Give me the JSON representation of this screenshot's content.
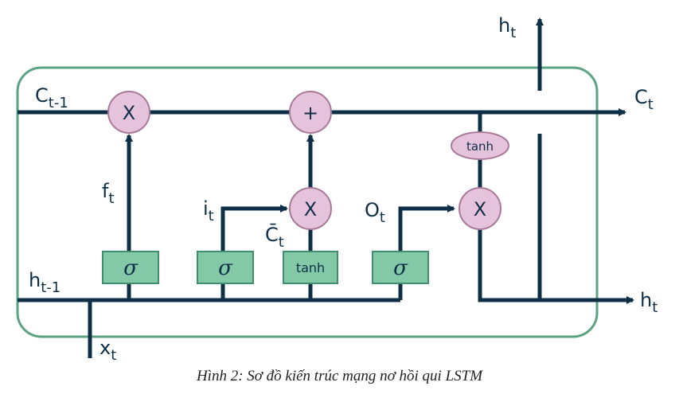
{
  "colors": {
    "frame": "#5aa383",
    "line": "#0f2f47",
    "op_fill": "#e6c3dc",
    "op_stroke": "#a87a98",
    "gate_fill": "#83c9a8",
    "gate_stroke": "#3f8f6d"
  },
  "labels": {
    "c_prev": "C",
    "c_prev_sub": "t-1",
    "c_out": "C",
    "c_out_sub": "t",
    "h_prev": "h",
    "h_prev_sub": "t-1",
    "h_out_right": "h",
    "h_out_right_sub": "t",
    "h_out_top": "h",
    "h_out_top_sub": "t",
    "x_in": "x",
    "x_in_sub": "t",
    "f": "f",
    "f_sub": "t",
    "i": "i",
    "i_sub": "t",
    "c_tilde": "C̄",
    "c_tilde_sub": "t",
    "o": "O",
    "o_sub": "t"
  },
  "ops": {
    "forget_mult": "X",
    "add": "+",
    "input_mult": "X",
    "output_mult": "X",
    "cell_tanh": "tanh"
  },
  "gates": {
    "forget": "σ",
    "input": "σ",
    "candidate": "tanh",
    "output": "σ"
  },
  "caption": "Hình 2: Sơ đồ kiến trúc mạng nơ hồi qui LSTM"
}
